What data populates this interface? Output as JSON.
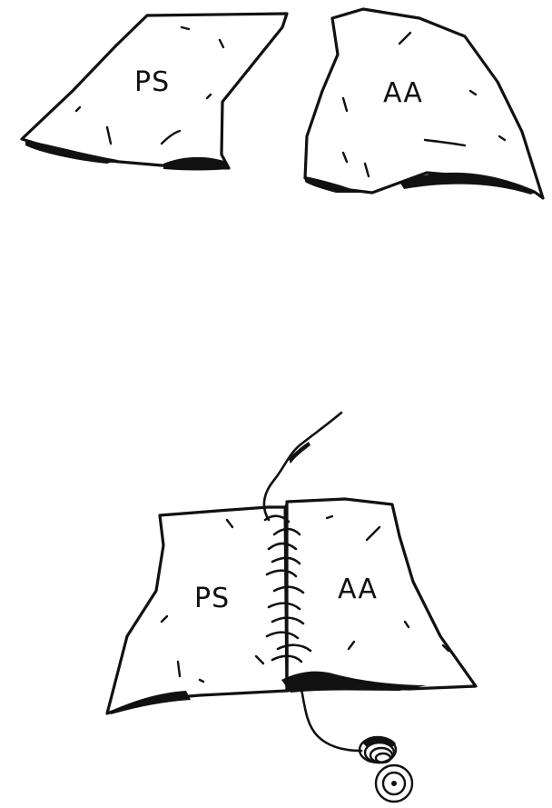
{
  "top_figure": {
    "left_flap": {
      "label": "PS"
    },
    "right_flap": {
      "label": "AA"
    }
  },
  "bottom_figure": {
    "left_flap": {
      "label": "PS"
    },
    "right_flap": {
      "label": "AA"
    }
  }
}
